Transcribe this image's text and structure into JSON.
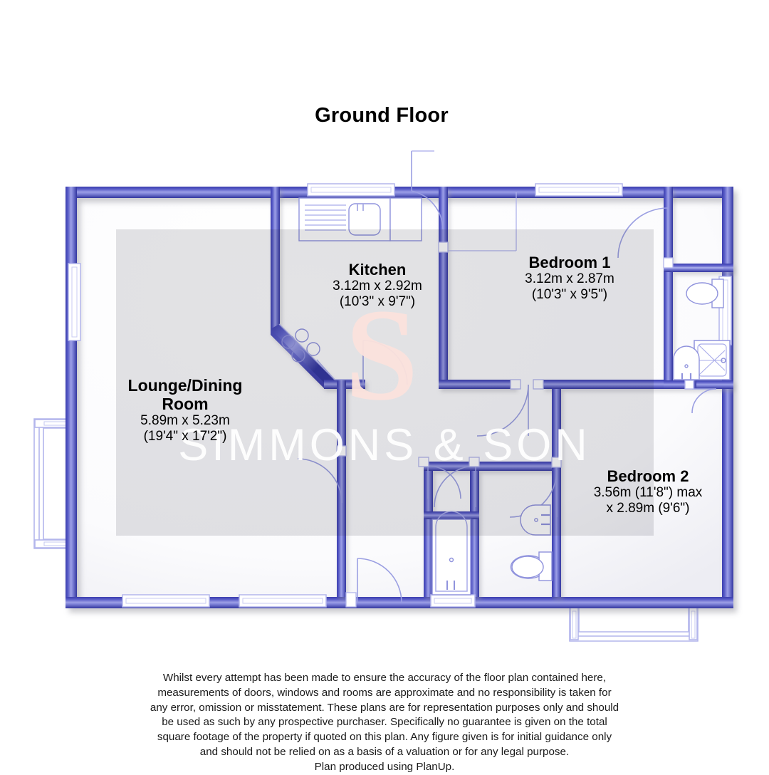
{
  "plan": {
    "title": "Ground Floor",
    "watermark": {
      "text": "SIMMONS & SON",
      "logo_letter": "S",
      "text_color": "#ffffff",
      "logo_color": "#fbe0da",
      "panel_color": "#dcdcdf"
    },
    "colors": {
      "wall_dark": "#3f42b4",
      "wall_mid": "#6b6fd4",
      "wall_light": "#a7aae6",
      "fixture_line": "#8f93dd",
      "window_line": "#b9bcee",
      "door_arc": "#9b9fe2",
      "floor_fill": "#ffffff",
      "text": "#000000"
    },
    "rooms": [
      {
        "id": "lounge",
        "name": "Lounge/Dining Room",
        "name_line1": "Lounge/Dining",
        "name_line2": "Room",
        "dim_metric": "5.89m x 5.23m",
        "dim_imperial": "(19'4\" x 17'2\")"
      },
      {
        "id": "kitchen",
        "name": "Kitchen",
        "name_line1": "Kitchen",
        "name_line2": "",
        "dim_metric": "3.12m x 2.92m",
        "dim_imperial": "(10'3\" x 9'7\")"
      },
      {
        "id": "bedroom1",
        "name": "Bedroom 1",
        "name_line1": "Bedroom 1",
        "name_line2": "",
        "dim_metric": "3.12m x 2.87m",
        "dim_imperial": "(10'3\" x 9'5\")"
      },
      {
        "id": "bedroom2",
        "name": "Bedroom 2",
        "name_line1": "Bedroom 2",
        "name_line2": "",
        "dim_metric": "3.56m (11'8\") max",
        "dim_imperial": "x 2.89m (9'6\")"
      }
    ],
    "fixtures": [
      "kitchen-sink-unit",
      "kitchen-hob",
      "bath-tub",
      "bathroom-basin",
      "bathroom-toilet",
      "ensuite-toilet",
      "ensuite-shower",
      "ensuite-basin",
      "airing-cupboard"
    ],
    "openings": {
      "windows": 9,
      "doors": 8,
      "bay_windows": 2
    }
  },
  "disclaimer": {
    "lines": [
      "Whilst every attempt has been made to ensure the accuracy of the floor plan contained here,",
      "measurements of doors, windows and rooms are approximate and no responsibility is taken for",
      "any error, omission or misstatement. These plans are for representation purposes only and should",
      "be used as such by any prospective purchaser. Specifically no guarantee is given on the total",
      "square footage of the property if quoted on this plan. Any figure given is for initial guidance only",
      "and should not be relied on as a basis of a valuation or for any legal purpose.",
      "Plan produced using PlanUp."
    ]
  }
}
